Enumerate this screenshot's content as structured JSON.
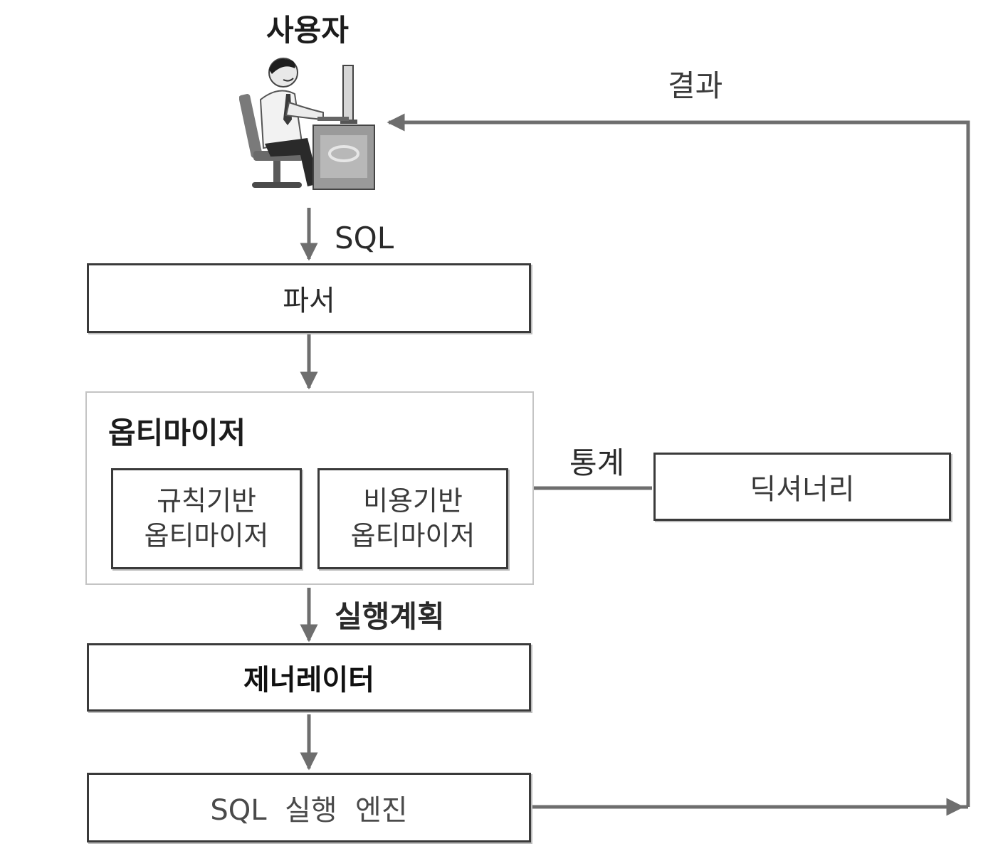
{
  "user": {
    "label": "사용자",
    "icon": "user-at-computer-icon"
  },
  "edges": {
    "sql": "SQL",
    "result": "결과",
    "stats": "통계",
    "plan": "실행계획"
  },
  "parser": {
    "label": "파서"
  },
  "optimizer": {
    "title": "옵티마이저",
    "rule_based": {
      "line1": "규칙기반",
      "line2": "옵티마이저"
    },
    "cost_based": {
      "line1": "비용기반",
      "line2": "옵티마이저"
    }
  },
  "dictionary": {
    "label": "딕셔너리"
  },
  "generator": {
    "label": "제너레이터"
  },
  "engine": {
    "label": "SQL  실행  엔진"
  },
  "colors": {
    "line": "#6e6e6e",
    "border": "#3a3a3a"
  }
}
